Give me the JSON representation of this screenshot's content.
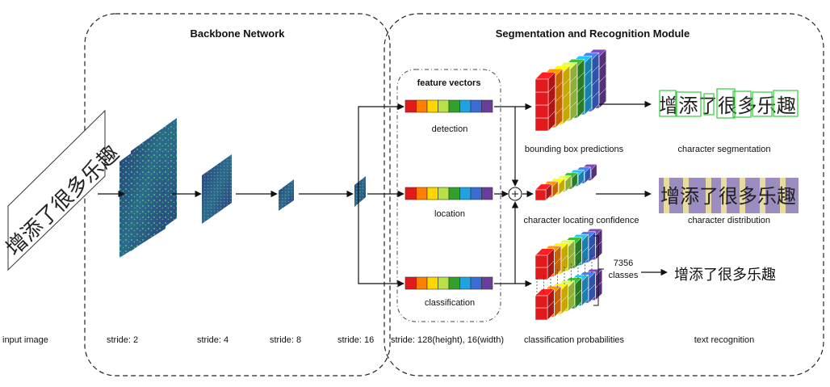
{
  "sections": {
    "backbone_title": "Backbone Network",
    "module_title": "Segmentation and Recognition Module"
  },
  "input": {
    "label": "input image",
    "text": "增添了很多乐趣"
  },
  "strides": [
    "stride: 2",
    "stride: 4",
    "stride: 8",
    "stride: 16"
  ],
  "feature_vectors": {
    "title": "feature vectors",
    "items": [
      "detection",
      "location",
      "classification"
    ],
    "stride_note": "stride: 128(height), 16(width)"
  },
  "outputs": {
    "bbox": "bounding box predictions",
    "locating": "character locating confidence",
    "classprob": "classification probabilities",
    "segmentation": "character segmentation",
    "distribution": "character distribution",
    "recognition": "text recognition",
    "classes_count": "7356",
    "classes_word": "classes",
    "recognized_text": "增添了很多乐趣"
  },
  "colors": {
    "vector": [
      "#e31a1c",
      "#ff7f00",
      "#ffd700",
      "#b8e04a",
      "#33a02c",
      "#1fa3e0",
      "#3b6bd6",
      "#6a3d9a"
    ],
    "featuremap_dark": "#2a3f7a",
    "featuremap_light": "#2fb68e",
    "box_green": "#33cc33",
    "distribution_bg": "#9b8dc0",
    "distribution_band": "#efe39a"
  }
}
